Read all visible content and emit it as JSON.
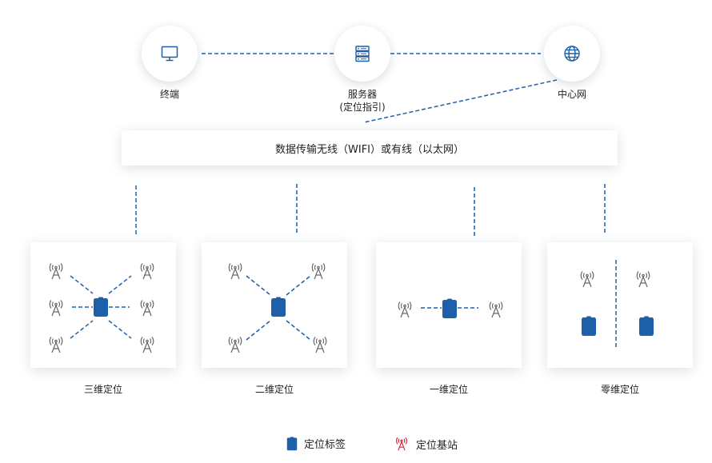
{
  "nodes": {
    "terminal": {
      "label": "终端",
      "icon": "monitor-icon"
    },
    "server": {
      "label": "服务器",
      "sublabel": "(定位指引)",
      "icon": "server-icon"
    },
    "center": {
      "label": "中心网",
      "icon": "globe-icon"
    }
  },
  "transmission": {
    "label": "数据传输无线（WIFI）或有线（以太网）"
  },
  "modes": [
    {
      "label": "三维定位"
    },
    {
      "label": "二维定位"
    },
    {
      "label": "一维定位"
    },
    {
      "label": "零维定位"
    }
  ],
  "legend": {
    "tag": {
      "label": "定位标签",
      "color": "#1d5fa8",
      "icon": "tag-icon"
    },
    "station": {
      "label": "定位基站",
      "color": "#d9283c",
      "icon": "antenna-icon"
    }
  },
  "colors": {
    "line": "#1d5fa8",
    "antenna": "#666666",
    "tag": "#1d5fa8"
  }
}
